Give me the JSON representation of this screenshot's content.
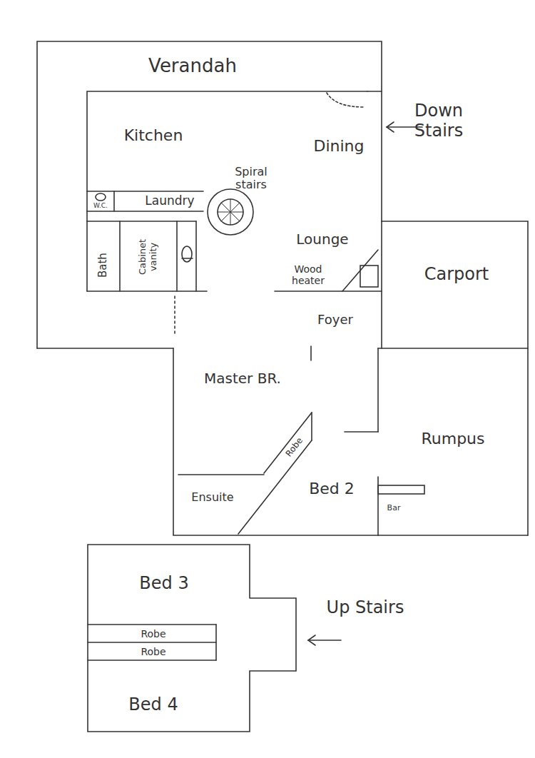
{
  "diagram": {
    "labels": [
      "Verandah",
      "Down Stairs",
      "Kitchen",
      "Dining",
      "Spiral stairs",
      "W.C.",
      "Laundry",
      "Bath",
      "Cabinet vanity",
      "Lounge",
      "Wood heater",
      "Foyer",
      "Carport",
      "Master BR.",
      "Rumpus",
      "Robe",
      "Ensuite",
      "Bed 2",
      "Bar",
      "Bed 3",
      "Robe",
      "Robe",
      "Up Stairs",
      "Bed 4"
    ]
  }
}
